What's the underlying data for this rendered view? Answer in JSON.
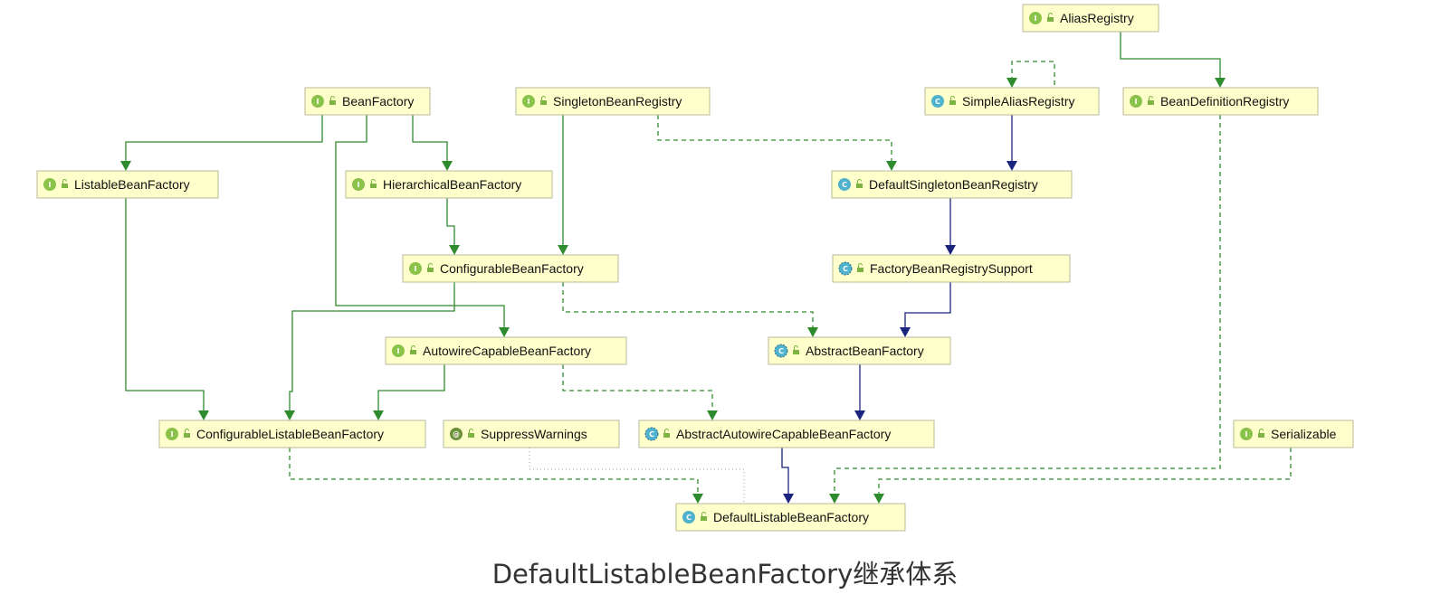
{
  "caption": "DefaultListableBeanFactory继承体系",
  "colors": {
    "interface_edge": "#2e8b2e",
    "class_edge": "#1a237e",
    "annotation_edge": "#9e9e9e",
    "node_fill": "#ffffcc",
    "node_border": "#b9b99a",
    "interface_badge": "#8bc34a",
    "class_badge": "#4fb3cf",
    "annotation_badge": "#6d8f3a"
  },
  "nodes": [
    {
      "id": "AliasRegistry",
      "label": "AliasRegistry",
      "kind": "interface",
      "badge": "I"
    },
    {
      "id": "BeanFactory",
      "label": "BeanFactory",
      "kind": "interface",
      "badge": "I"
    },
    {
      "id": "SingletonBeanRegistry",
      "label": "SingletonBeanRegistry",
      "kind": "interface",
      "badge": "I"
    },
    {
      "id": "SimpleAliasRegistry",
      "label": "SimpleAliasRegistry",
      "kind": "class",
      "badge": "C"
    },
    {
      "id": "BeanDefinitionRegistry",
      "label": "BeanDefinitionRegistry",
      "kind": "interface",
      "badge": "I"
    },
    {
      "id": "ListableBeanFactory",
      "label": "ListableBeanFactory",
      "kind": "interface",
      "badge": "I"
    },
    {
      "id": "HierarchicalBeanFactory",
      "label": "HierarchicalBeanFactory",
      "kind": "interface",
      "badge": "I"
    },
    {
      "id": "DefaultSingletonBeanRegistry",
      "label": "DefaultSingletonBeanRegistry",
      "kind": "class",
      "badge": "C"
    },
    {
      "id": "ConfigurableBeanFactory",
      "label": "ConfigurableBeanFactory",
      "kind": "interface",
      "badge": "I"
    },
    {
      "id": "FactoryBeanRegistrySupport",
      "label": "FactoryBeanRegistrySupport",
      "kind": "abstract",
      "badge": "C"
    },
    {
      "id": "AutowireCapableBeanFactory",
      "label": "AutowireCapableBeanFactory",
      "kind": "interface",
      "badge": "I"
    },
    {
      "id": "AbstractBeanFactory",
      "label": "AbstractBeanFactory",
      "kind": "abstract",
      "badge": "C"
    },
    {
      "id": "ConfigurableListableBeanFactory",
      "label": "ConfigurableListableBeanFactory",
      "kind": "interface",
      "badge": "I"
    },
    {
      "id": "SuppressWarnings",
      "label": "SuppressWarnings",
      "kind": "annotation",
      "badge": "@"
    },
    {
      "id": "AbstractAutowireCapableBeanFactory",
      "label": "AbstractAutowireCapableBeanFactory",
      "kind": "abstract",
      "badge": "C"
    },
    {
      "id": "Serializable",
      "label": "Serializable",
      "kind": "interface",
      "badge": "I"
    },
    {
      "id": "DefaultListableBeanFactory",
      "label": "DefaultListableBeanFactory",
      "kind": "class",
      "badge": "C"
    }
  ],
  "edges": [
    {
      "from": "SimpleAliasRegistry",
      "to": "AliasRegistry",
      "type": "implements"
    },
    {
      "from": "BeanDefinitionRegistry",
      "to": "AliasRegistry",
      "type": "extends-interface"
    },
    {
      "from": "ListableBeanFactory",
      "to": "BeanFactory",
      "type": "extends-interface"
    },
    {
      "from": "AutowireCapableBeanFactory",
      "to": "BeanFactory",
      "type": "extends-interface"
    },
    {
      "from": "HierarchicalBeanFactory",
      "to": "BeanFactory",
      "type": "extends-interface"
    },
    {
      "from": "DefaultSingletonBeanRegistry",
      "to": "SingletonBeanRegistry",
      "type": "implements"
    },
    {
      "from": "DefaultSingletonBeanRegistry",
      "to": "SimpleAliasRegistry",
      "type": "extends-class"
    },
    {
      "from": "ConfigurableBeanFactory",
      "to": "HierarchicalBeanFactory",
      "type": "extends-interface"
    },
    {
      "from": "ConfigurableBeanFactory",
      "to": "SingletonBeanRegistry",
      "type": "extends-interface"
    },
    {
      "from": "FactoryBeanRegistrySupport",
      "to": "DefaultSingletonBeanRegistry",
      "type": "extends-class"
    },
    {
      "from": "AbstractBeanFactory",
      "to": "FactoryBeanRegistrySupport",
      "type": "extends-class"
    },
    {
      "from": "AbstractBeanFactory",
      "to": "ConfigurableBeanFactory",
      "type": "implements"
    },
    {
      "from": "ConfigurableListableBeanFactory",
      "to": "ListableBeanFactory",
      "type": "extends-interface"
    },
    {
      "from": "ConfigurableListableBeanFactory",
      "to": "ConfigurableBeanFactory",
      "type": "extends-interface"
    },
    {
      "from": "ConfigurableListableBeanFactory",
      "to": "AutowireCapableBeanFactory",
      "type": "extends-interface"
    },
    {
      "from": "AbstractAutowireCapableBeanFactory",
      "to": "AbstractBeanFactory",
      "type": "extends-class"
    },
    {
      "from": "AbstractAutowireCapableBeanFactory",
      "to": "AutowireCapableBeanFactory",
      "type": "implements"
    },
    {
      "from": "DefaultListableBeanFactory",
      "to": "AbstractAutowireCapableBeanFactory",
      "type": "extends-class"
    },
    {
      "from": "DefaultListableBeanFactory",
      "to": "ConfigurableListableBeanFactory",
      "type": "implements"
    },
    {
      "from": "DefaultListableBeanFactory",
      "to": "BeanDefinitionRegistry",
      "type": "implements"
    },
    {
      "from": "DefaultListableBeanFactory",
      "to": "Serializable",
      "type": "implements"
    },
    {
      "from": "DefaultListableBeanFactory",
      "to": "SuppressWarnings",
      "type": "annotated-with"
    }
  ]
}
